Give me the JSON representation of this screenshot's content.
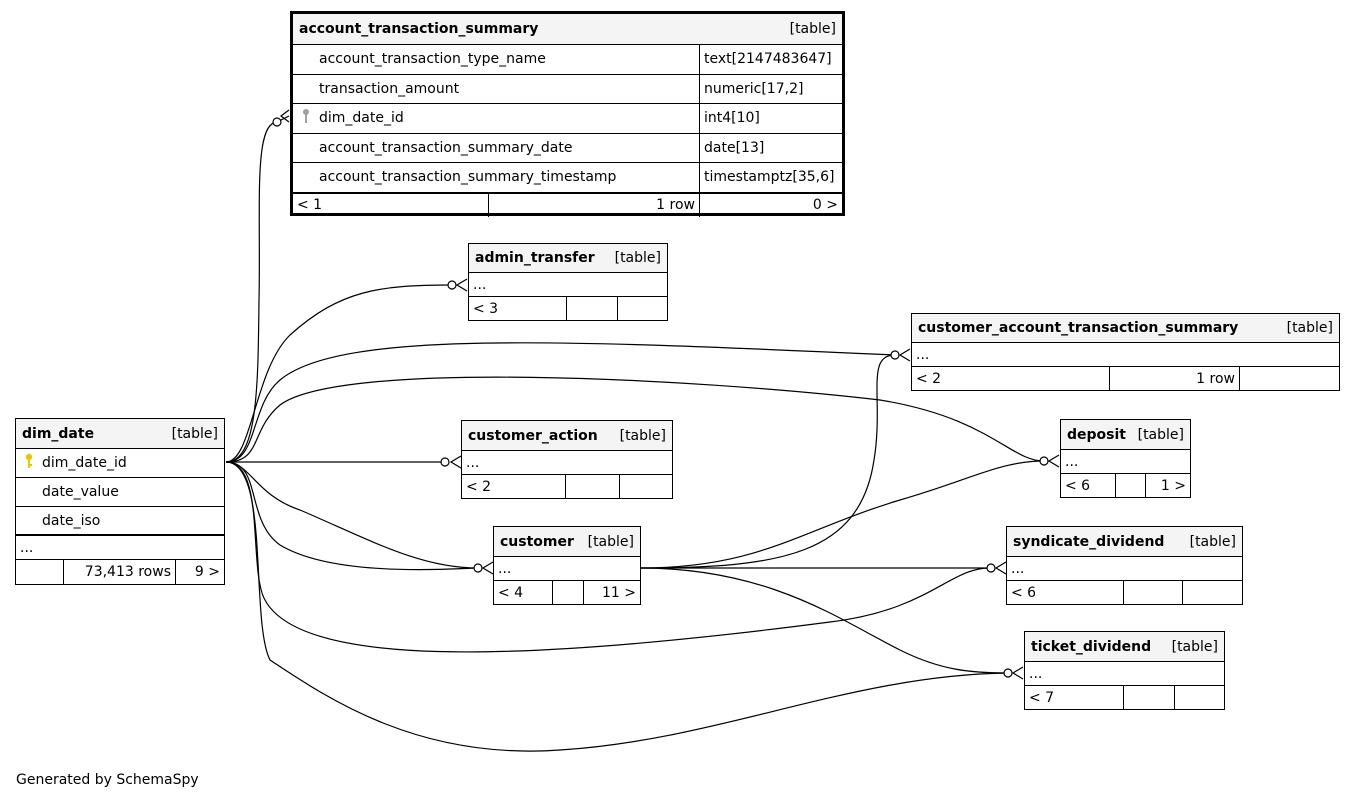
{
  "footer": "Generated by SchemaSpy",
  "tables": {
    "ats": {
      "name": "account_transaction_summary",
      "kind": "[table]",
      "columns": [
        {
          "name": "account_transaction_type_name",
          "type": "text[2147483647]"
        },
        {
          "name": "transaction_amount",
          "type": "numeric[17,2]"
        },
        {
          "name": "dim_date_id",
          "type": "int4[10]",
          "icon": "foreign-key-icon"
        },
        {
          "name": "account_transaction_summary_date",
          "type": "date[13]"
        },
        {
          "name": "account_transaction_summary_timestamp",
          "type": "timestamptz[35,6]"
        }
      ],
      "footer": [
        "< 1",
        "1 row",
        "0 >"
      ]
    },
    "admin_transfer": {
      "name": "admin_transfer",
      "kind": "[table]",
      "ellipsis": "...",
      "footer": [
        "< 3",
        "",
        ""
      ]
    },
    "cats": {
      "name": "customer_account_transaction_summary",
      "kind": "[table]",
      "ellipsis": "...",
      "footer": [
        "< 2",
        "1 row",
        ""
      ]
    },
    "dim_date": {
      "name": "dim_date",
      "kind": "[table]",
      "columns": [
        {
          "name": "dim_date_id",
          "icon": "primary-key-icon"
        },
        {
          "name": "date_value"
        },
        {
          "name": "date_iso"
        }
      ],
      "ellipsis": "...",
      "footer": [
        "",
        "73,413 rows",
        "9 >"
      ]
    },
    "customer_action": {
      "name": "customer_action",
      "kind": "[table]",
      "ellipsis": "...",
      "footer": [
        "< 2",
        "",
        ""
      ]
    },
    "deposit": {
      "name": "deposit",
      "kind": "[table]",
      "ellipsis": "...",
      "footer": [
        "< 6",
        "",
        "1 >"
      ]
    },
    "customer": {
      "name": "customer",
      "kind": "[table]",
      "ellipsis": "...",
      "footer": [
        "< 4",
        "",
        "11 >"
      ]
    },
    "syndicate_dividend": {
      "name": "syndicate_dividend",
      "kind": "[table]",
      "ellipsis": "...",
      "footer": [
        "< 6",
        "",
        ""
      ]
    },
    "ticket_dividend": {
      "name": "ticket_dividend",
      "kind": "[table]",
      "ellipsis": "...",
      "footer": [
        "< 7",
        "",
        ""
      ]
    }
  },
  "colors": {
    "line": "#000000",
    "header_bg": "#f4f4f4",
    "primary_key": "#e6c800",
    "foreign_key": "#a0a0a0"
  }
}
